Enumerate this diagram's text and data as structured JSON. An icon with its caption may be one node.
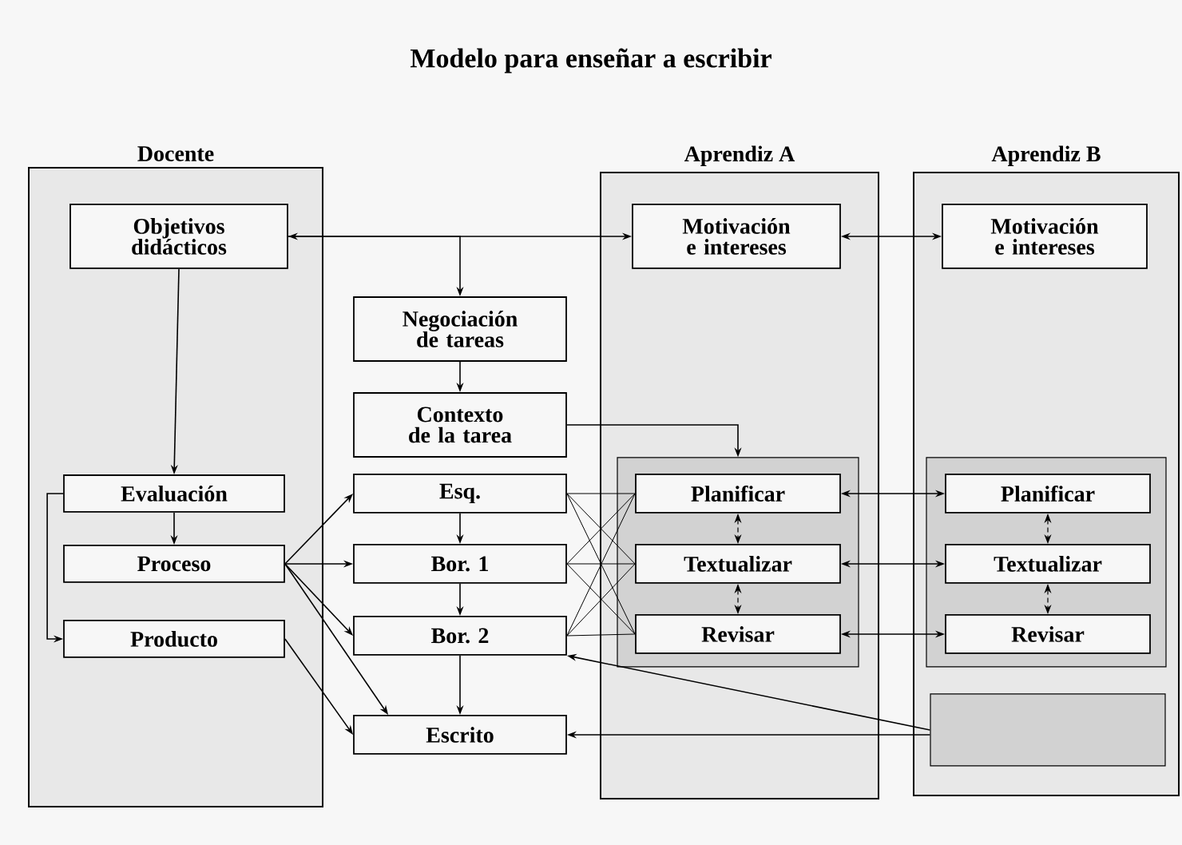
{
  "diagram": {
    "title": "Modelo para enseñar a escribir",
    "nodes": [
      {
        "text": [
          "Docente"
        ]
      },
      {
        "text": [
          "Objetivos didácticos"
        ],
        "in": 0
      },
      {
        "text": [
          "Evaluación"
        ],
        "in": 0
      },
      {
        "text": [
          "Proceso"
        ],
        "in": 0
      },
      {
        "text": [
          "Producto"
        ],
        "in": 0
      },
      {
        "text": [
          "Negociación de tareas"
        ]
      },
      {
        "text": [
          "Contexto de la tarea"
        ]
      },
      {
        "text": [
          "Esq."
        ]
      },
      {
        "text": [
          "Bor. 1"
        ]
      },
      {
        "text": [
          "Bor. 2"
        ]
      },
      {
        "text": [
          "Escrito"
        ]
      },
      {
        "text": [
          "Aprendiz A"
        ]
      },
      {
        "text": [
          "Motivación e intereses"
        ],
        "in": 11
      },
      {
        "text": [],
        "shape": "box",
        "in": 11
      },
      {
        "text": [
          "Planificar"
        ],
        "in": 13
      },
      {
        "text": [
          "Textualizar"
        ],
        "in": 13
      },
      {
        "text": [
          "Revisar"
        ],
        "in": 13
      },
      {
        "text": [
          "Aprendiz B"
        ]
      },
      {
        "text": [
          "Motivación e intereses"
        ],
        "in": 17
      },
      {
        "text": [],
        "shape": "box",
        "in": 17
      },
      {
        "text": [
          "Planificar"
        ],
        "in": 19
      },
      {
        "text": [
          "Textualizar"
        ],
        "in": 19
      },
      {
        "text": [
          "Revisar"
        ],
        "in": 19
      },
      {
        "text": [],
        "shape": "box",
        "in": 17
      }
    ],
    "edges": [
      {
        "from": 1,
        "to": 12,
        "arrow": "both"
      },
      {
        "from": 1,
        "to": 5,
        "arrow": "to"
      },
      {
        "from": 12,
        "to": 18,
        "arrow": "both"
      },
      {
        "from": 1,
        "to": 2,
        "arrow": "to"
      },
      {
        "from": 2,
        "to": 3,
        "arrow": "to"
      },
      {
        "from": 2,
        "to": 4,
        "arrow": "to"
      },
      {
        "from": 5,
        "to": 6,
        "arrow": "to"
      },
      {
        "from": 6,
        "to": 13,
        "arrow": "to"
      },
      {
        "from": 3,
        "to": 7,
        "arrow": "to"
      },
      {
        "from": 3,
        "to": 8,
        "arrow": "to"
      },
      {
        "from": 3,
        "to": 9,
        "arrow": "to"
      },
      {
        "from": 3,
        "to": 10,
        "arrow": "to"
      },
      {
        "from": 4,
        "to": 10,
        "arrow": "to"
      },
      {
        "from": 7,
        "to": 8,
        "arrow": "to"
      },
      {
        "from": 8,
        "to": 9,
        "arrow": "to"
      },
      {
        "from": 9,
        "to": 10,
        "arrow": "to"
      },
      {
        "from": 7,
        "to": 14,
        "arrow": "none"
      },
      {
        "from": 7,
        "to": 15,
        "arrow": "none"
      },
      {
        "from": 7,
        "to": 16,
        "arrow": "none"
      },
      {
        "from": 8,
        "to": 14,
        "arrow": "none"
      },
      {
        "from": 8,
        "to": 15,
        "arrow": "none"
      },
      {
        "from": 8,
        "to": 16,
        "arrow": "none"
      },
      {
        "from": 9,
        "to": 14,
        "arrow": "none"
      },
      {
        "from": 9,
        "to": 15,
        "arrow": "none"
      },
      {
        "from": 9,
        "to": 16,
        "arrow": "none"
      },
      {
        "from": 14,
        "to": 20,
        "arrow": "both"
      },
      {
        "from": 15,
        "to": 21,
        "arrow": "both"
      },
      {
        "from": 16,
        "to": 22,
        "arrow": "both"
      },
      {
        "from": 14,
        "to": 15,
        "arrow": "both",
        "style": "dashed"
      },
      {
        "from": 15,
        "to": 16,
        "arrow": "both",
        "style": "dashed"
      },
      {
        "from": 20,
        "to": 21,
        "arrow": "both",
        "style": "dashed"
      },
      {
        "from": 21,
        "to": 22,
        "arrow": "both",
        "style": "dashed"
      },
      {
        "from": 23,
        "to": 9,
        "arrow": "to"
      },
      {
        "from": 23,
        "to": 10,
        "arrow": "to"
      }
    ]
  }
}
